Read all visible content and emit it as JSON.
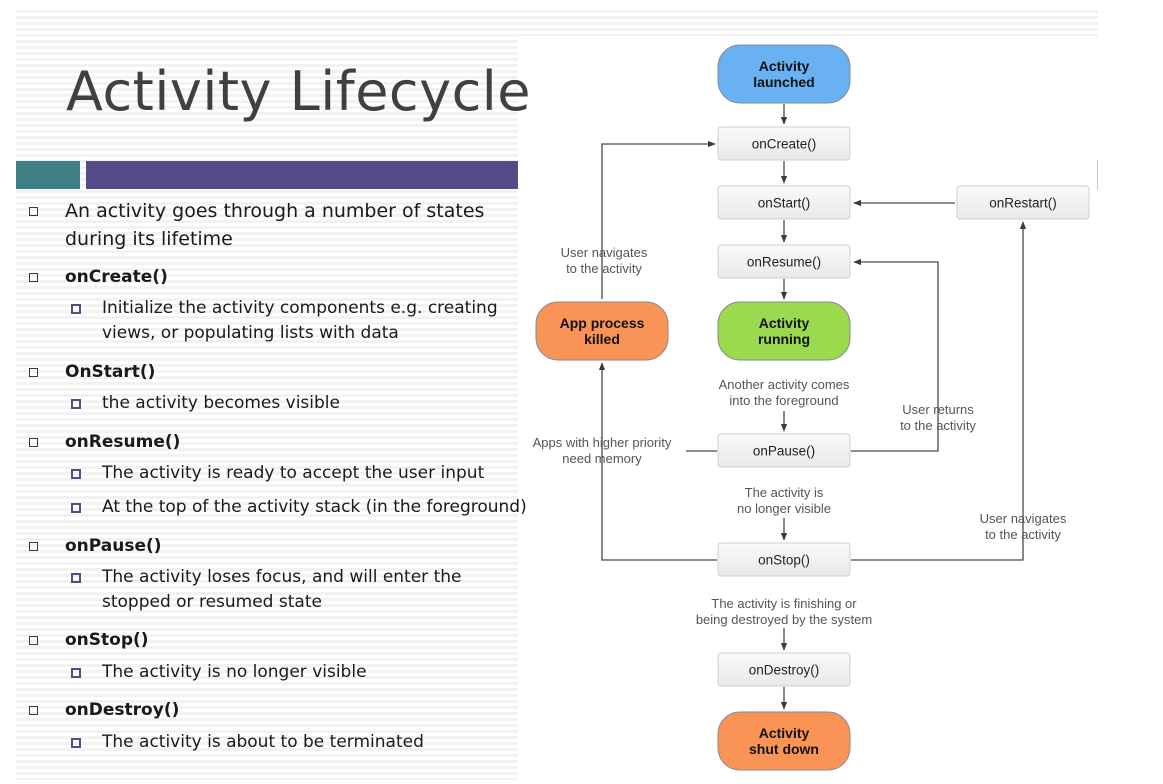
{
  "slide": {
    "title": "Activity Lifecycle",
    "bullets": [
      {
        "lines": [
          "An activity goes through a number of states",
          "during its lifetime"
        ],
        "bold": false,
        "subs": []
      },
      {
        "lines": [
          "onCreate()"
        ],
        "bold": true,
        "subs": [
          [
            "Initialize the activity components e.g. creating",
            "views, or populating lists with data"
          ]
        ]
      },
      {
        "lines": [
          "OnStart()"
        ],
        "bold": true,
        "subs": [
          [
            "the activity becomes visible"
          ]
        ]
      },
      {
        "lines": [
          "onResume()"
        ],
        "bold": true,
        "subs": [
          [
            "The activity is ready to accept the user input"
          ],
          [
            "At the top of the activity stack (in the foreground)"
          ]
        ]
      },
      {
        "lines": [
          "onPause()"
        ],
        "bold": true,
        "subs": [
          [
            "The activity loses focus, and will enter the",
            "stopped or resumed state"
          ]
        ]
      },
      {
        "lines": [
          "onStop()"
        ],
        "bold": true,
        "subs": [
          [
            "The activity is no longer visible"
          ]
        ]
      },
      {
        "lines": [
          "onDestroy()"
        ],
        "bold": true,
        "subs": [
          [
            "The activity is about to be terminated"
          ]
        ]
      }
    ]
  },
  "diagram": {
    "nodes": {
      "launched": {
        "lines": [
          "Activity",
          "launched"
        ],
        "color": "#6ab1f3"
      },
      "oncreate": {
        "lines": [
          "onCreate()"
        ]
      },
      "onstart": {
        "lines": [
          "onStart()"
        ]
      },
      "onrestart": {
        "lines": [
          "onRestart()"
        ]
      },
      "onresume": {
        "lines": [
          "onResume()"
        ]
      },
      "running": {
        "lines": [
          "Activity",
          "running"
        ],
        "color": "#9bd94f"
      },
      "killed": {
        "lines": [
          "App process",
          "killed"
        ],
        "color": "#f99456"
      },
      "onpause": {
        "lines": [
          "onPause()"
        ]
      },
      "onstop": {
        "lines": [
          "onStop()"
        ]
      },
      "ondestroy": {
        "lines": [
          "onDestroy()"
        ]
      },
      "shutdown": {
        "lines": [
          "Activity",
          "shut down"
        ],
        "color": "#f99456"
      }
    },
    "labels": {
      "user_nav_left": [
        "User navigates",
        "to the activity"
      ],
      "another_activity": [
        "Another activity comes",
        "into the foreground"
      ],
      "user_returns": [
        "User returns",
        "to the activity"
      ],
      "higher_priority": [
        "Apps with higher priority",
        "need memory"
      ],
      "no_longer_visible": [
        "The activity is",
        "no longer visible"
      ],
      "user_nav_right": [
        "User navigates",
        "to the activity"
      ],
      "finishing": [
        "The activity is finishing or",
        "being destroyed by the system"
      ]
    }
  }
}
